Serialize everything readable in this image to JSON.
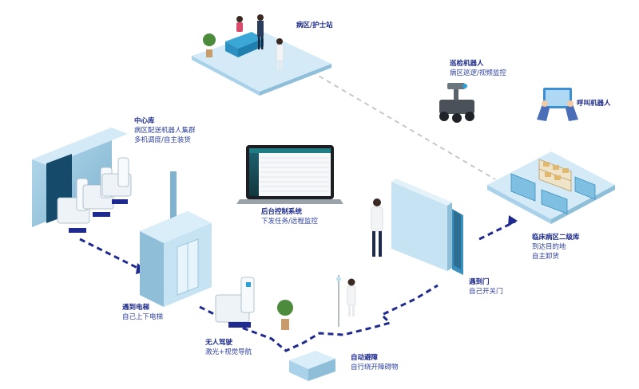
{
  "nodes": {
    "nurse_station": {
      "title": "病区/护士站"
    },
    "patrol_robot": {
      "title": "巡检机器人",
      "desc": "病区巡逻/视频监控"
    },
    "call_robot": {
      "title": "呼叫机器人"
    },
    "central_store": {
      "title": "中心库",
      "line1": "病区配送机器人集群",
      "line2": "多机调度/自主装货"
    },
    "backend": {
      "title": "后台控制系统",
      "desc": "下发任务/远程监控"
    },
    "ward_store": {
      "title": "临床病区二级库",
      "line1": "到达目的地",
      "line2": "自主卸货"
    },
    "elevator": {
      "title": "遇到电梯",
      "desc": "自己上下电梯"
    },
    "door": {
      "title": "遇到门",
      "desc": "自己开关门"
    },
    "driverless": {
      "title": "无人驾驶",
      "desc": "激光+视觉导航"
    },
    "avoidance": {
      "title": "自动避障",
      "desc": "自行绕开障碍物"
    }
  },
  "colors": {
    "route": "#1f2a8f",
    "dashed_link": "#c4c8cc",
    "platform_top": "#d4ebf7",
    "platform_side": "#a9d2ea",
    "wall": "#8fbfd8",
    "label_title": "#1b2a8c"
  }
}
